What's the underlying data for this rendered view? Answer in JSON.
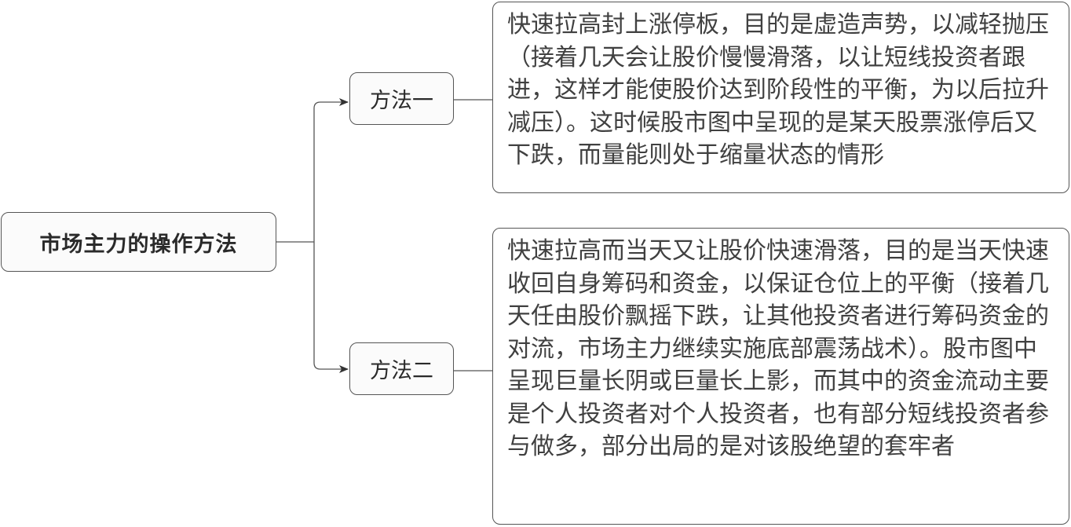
{
  "diagram": {
    "type": "mind-map",
    "root": {
      "label": "市场主力的操作方法"
    },
    "branches": [
      {
        "label": "方法一",
        "description": "快速拉高封上涨停板，目的是虚造声势，以减轻抛压（接着几天会让股价慢慢滑落，以让短线投资者跟进，这样才能使股价达到阶段性的平衡，为以后拉升减压）。这时候股市图中呈现的是某天股票涨停后又下跌，而量能则处于缩量状态的情形"
      },
      {
        "label": "方法二",
        "description": "快速拉高而当天又让股价快速滑落，目的是当天快速收回自身筹码和资金，以保证仓位上的平衡（接着几天任由股价飘摇下跌，让其他投资者进行筹码资金的对流，市场主力继续实施底部震荡战术）。股市图中呈现巨量长阴或巨量长上影，而其中的资金流动主要是个人投资者对个人投资者，也有部分短线投资者参与做多，部分出局的是对该股绝望的套牢者"
      }
    ],
    "colors": {
      "border": "#555555",
      "line": "#555555",
      "text": "#333333",
      "node_fill": "#fbfbfb"
    }
  }
}
